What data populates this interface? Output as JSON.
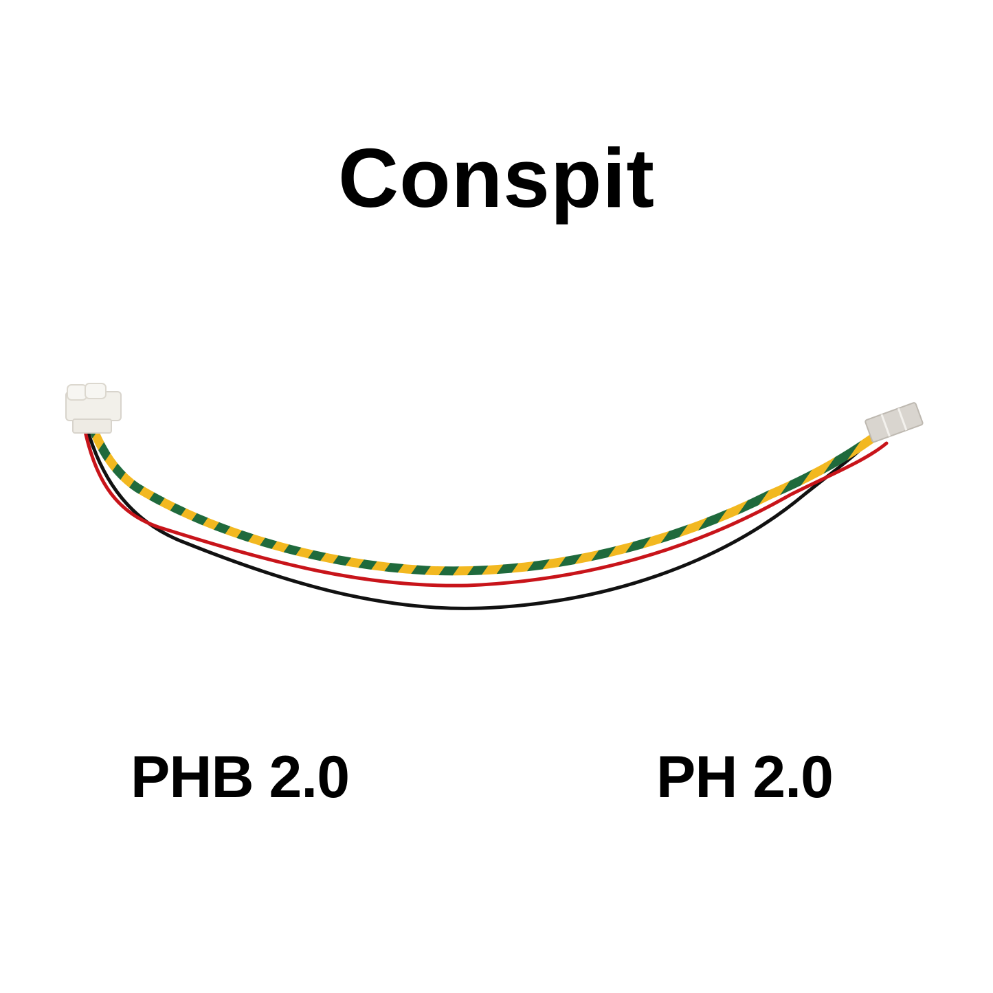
{
  "title": "Conspit",
  "cable": {
    "left_connector": {
      "label": "PHB 2.0",
      "color": "#f2f0ea"
    },
    "right_connector": {
      "label": "PH 2.0",
      "color": "#d9d5cf"
    },
    "wire_colors": {
      "red": "#c8141a",
      "black": "#111111",
      "yellow": "#f2b820",
      "green": "#1f6a3c"
    }
  }
}
